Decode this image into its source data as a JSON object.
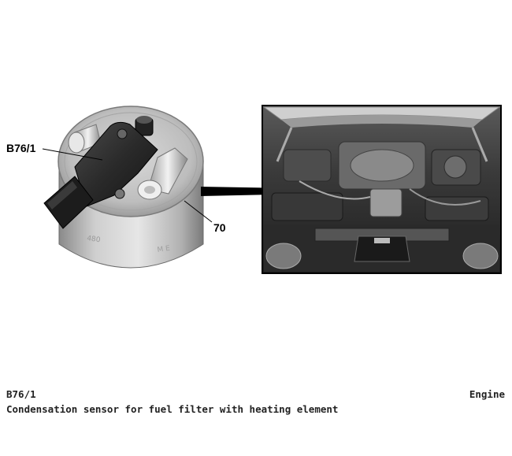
{
  "figure": {
    "callouts": {
      "sensor": "B76/1",
      "filter": "70"
    }
  },
  "caption": {
    "code": "B76/1",
    "description": "Condensation sensor for fuel filter with heating element",
    "location": "Engine"
  }
}
